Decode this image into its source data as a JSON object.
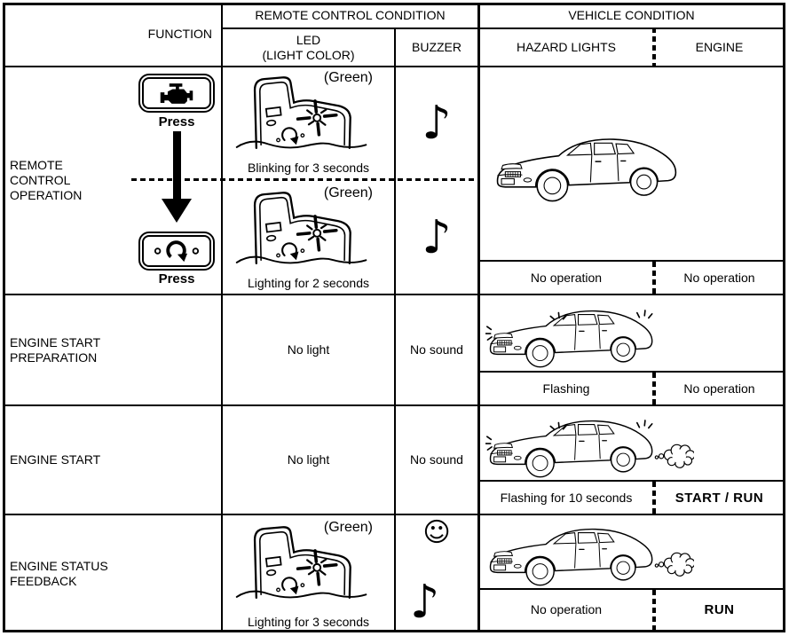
{
  "colors": {
    "ink": "#000000",
    "paper": "#ffffff"
  },
  "icons": {
    "eighth_note": "♪",
    "smiley_face": "☺"
  },
  "header": {
    "function": "FUNCTION",
    "remote_control_condition": "REMOTE CONTROL CONDITION",
    "vehicle_condition": "VEHICLE CONDITION",
    "led_line1": "LED",
    "led_line2": "(LIGHT COLOR)",
    "buzzer": "BUZZER",
    "hazard_lights": "HAZARD LIGHTS",
    "engine": "ENGINE"
  },
  "rows": {
    "remote_control_operation": {
      "label": "REMOTE CONTROL OPERATION",
      "press_engine_button": "Press",
      "press_start_button": "Press",
      "led_step1": {
        "color_label": "(Green)",
        "caption": "Blinking for 3 seconds"
      },
      "led_step2": {
        "color_label": "(Green)",
        "caption": "Lighting for 2 seconds"
      },
      "hazard_status": "No operation",
      "engine_status": "No operation"
    },
    "engine_start_preparation": {
      "label": "ENGINE START PREPARATION",
      "led": "No light",
      "buzzer": "No sound",
      "hazard_status": "Flashing",
      "engine_status": "No operation"
    },
    "engine_start": {
      "label": "ENGINE START",
      "led": "No light",
      "buzzer": "No sound",
      "hazard_status": "Flashing for 10 seconds",
      "engine_status": "START / RUN"
    },
    "engine_status_feedback": {
      "label": "ENGINE STATUS FEEDBACK",
      "led": {
        "color_label": "(Green)",
        "caption": "Lighting for 3 seconds"
      },
      "hazard_status": "No operation",
      "engine_status": "RUN"
    }
  }
}
